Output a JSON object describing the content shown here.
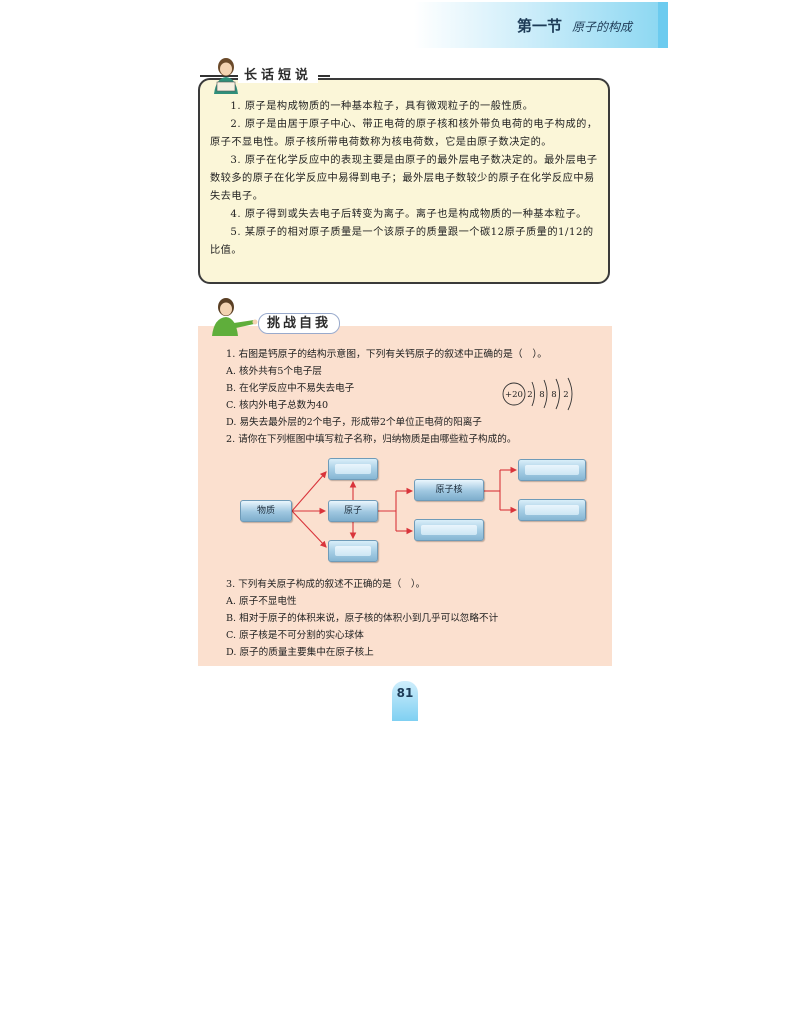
{
  "header": {
    "section": "第一节",
    "title": "原子的构成"
  },
  "summary": {
    "heading": "长话短说",
    "points": [
      "1. 原子是构成物质的一种基本粒子，具有微观粒子的一般性质。",
      "2. 原子是由居于原子中心、带正电荷的原子核和核外带负电荷的电子构成的，原子不显电性。原子核所带电荷数称为核电荷数，它是由原子数决定的。",
      "3. 原子在化学反应中的表现主要是由原子的最外层电子数决定的。最外层电子数较多的原子在化学反应中易得到电子；最外层电子数较少的原子在化学反应中易失去电子。",
      "4. 原子得到或失去电子后转变为离子。离子也是构成物质的一种基本粒子。",
      "5. 某原子的相对原子质量是一个该原子的质量跟一个碳12原子质量的1/12的比值。"
    ]
  },
  "challenge": {
    "heading": "挑战自我",
    "q1": {
      "stem": "1. 右图是钙原子的结构示意图，下列有关钙原子的叙述中正确的是（　）。",
      "options": [
        "A. 核外共有5个电子层",
        "B. 在化学反应中不易失去电子",
        "C. 核内外电子总数为40",
        "D. 易失去最外层的2个电子，形成带2个单位正电荷的阳离子"
      ],
      "atom_diagram": {
        "nucleus": "+20",
        "shells": [
          "2",
          "8",
          "8",
          "2"
        ]
      }
    },
    "q2": {
      "stem": "2. 请你在下列框图中填写粒子名称，归纳物质是由哪些粒子构成的。",
      "diagram": {
        "matter": "物质",
        "atom": "原子",
        "nucleus": "原子核"
      }
    },
    "q3": {
      "stem": "3. 下列有关原子构成的叙述不正确的是（　）。",
      "options": [
        "A. 原子不显电性",
        "B. 相对于原子的体积来说，原子核的体积小到几乎可以忽略不计",
        "C. 原子核是不可分割的实心球体",
        "D. 原子的质量主要集中在原子核上"
      ]
    }
  },
  "page_number": "81",
  "colors": {
    "header_blue": "#8ed8f2",
    "summary_bg": "#fbf6d8",
    "challenge_bg": "#fbe0cf",
    "arrow_red": "#d9343b",
    "box_blue": "#9fc7e0"
  }
}
